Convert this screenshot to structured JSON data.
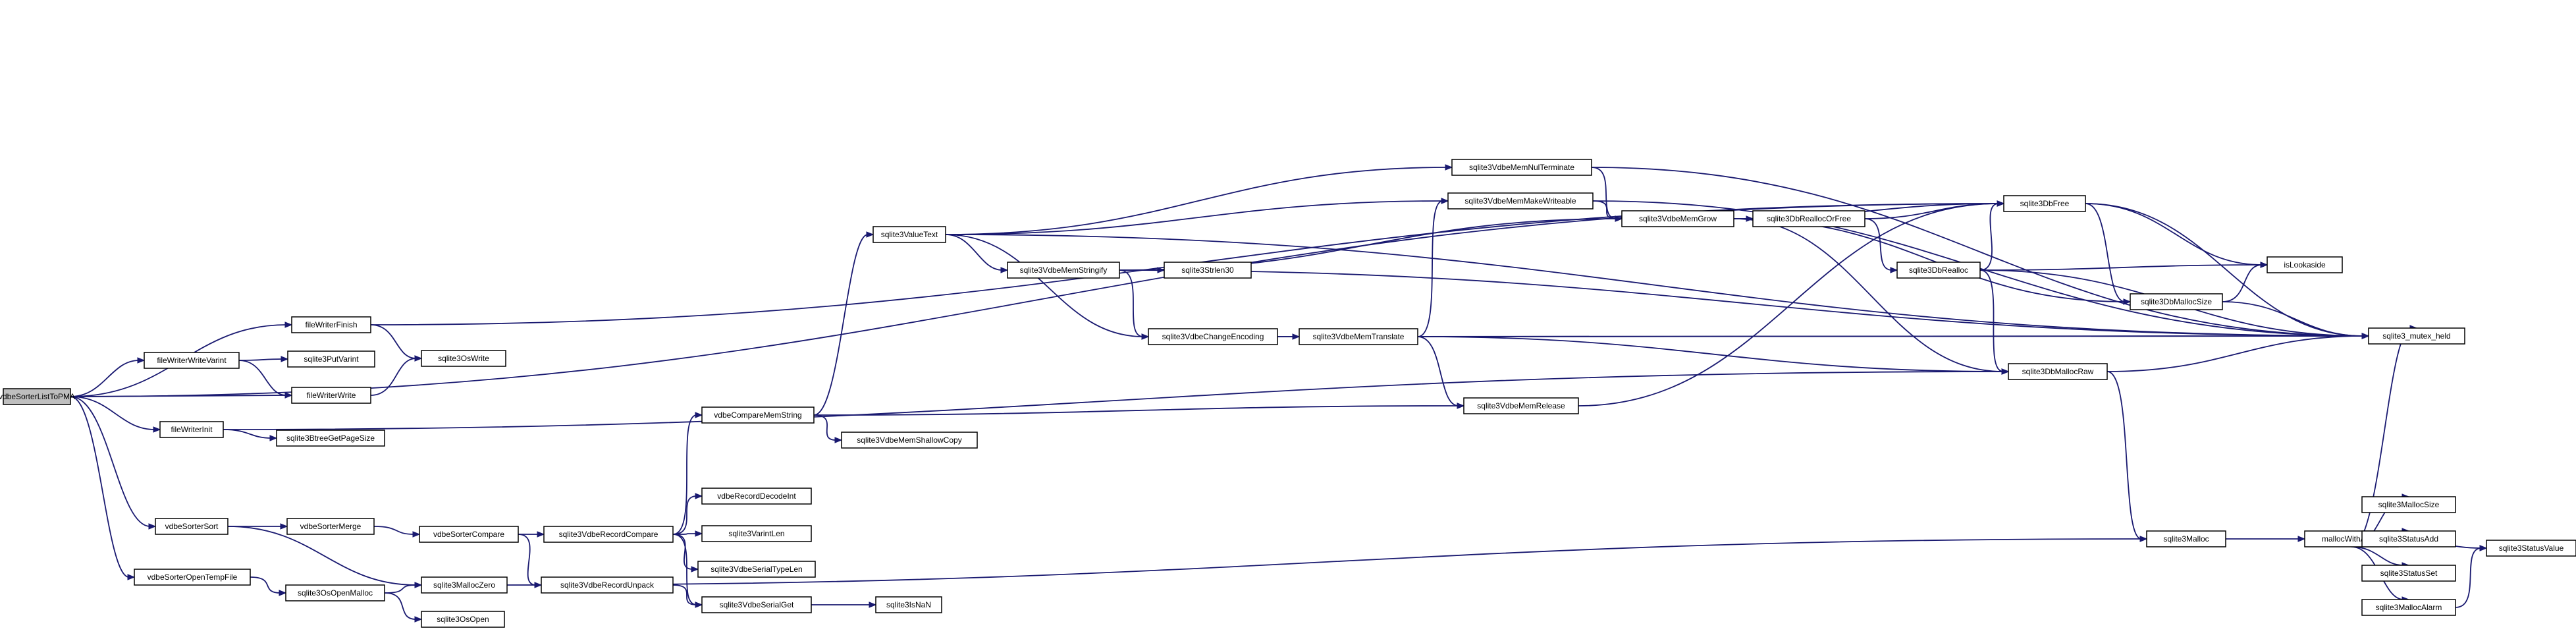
{
  "graph": {
    "nodes": [
      {
        "id": "vdbeSorterListToPMA",
        "label": "vdbeSorterListToPMA",
        "root": true
      },
      {
        "id": "fileWriterFinish",
        "label": "fileWriterFinish"
      },
      {
        "id": "fileWriterWriteVarint",
        "label": "fileWriterWriteVarint"
      },
      {
        "id": "fileWriterWrite",
        "label": "fileWriterWrite"
      },
      {
        "id": "fileWriterInit",
        "label": "fileWriterInit"
      },
      {
        "id": "vdbeSorterSort",
        "label": "vdbeSorterSort"
      },
      {
        "id": "vdbeSorterOpenTempFile",
        "label": "vdbeSorterOpenTempFile"
      },
      {
        "id": "sqlite3OsWrite",
        "label": "sqlite3OsWrite"
      },
      {
        "id": "sqlite3PutVarint",
        "label": "sqlite3PutVarint"
      },
      {
        "id": "sqlite3BtreeGetPageSize",
        "label": "sqlite3BtreeGetPageSize"
      },
      {
        "id": "vdbeSorterMerge",
        "label": "vdbeSorterMerge"
      },
      {
        "id": "sqlite3OsOpenMalloc",
        "label": "sqlite3OsOpenMalloc"
      },
      {
        "id": "sqlite3MallocZero",
        "label": "sqlite3MallocZero"
      },
      {
        "id": "sqlite3OsOpen",
        "label": "sqlite3OsOpen"
      },
      {
        "id": "vdbeSorterCompare",
        "label": "vdbeSorterCompare"
      },
      {
        "id": "sqlite3VdbeRecordCompare",
        "label": "sqlite3VdbeRecordCompare"
      },
      {
        "id": "sqlite3VdbeRecordUnpack",
        "label": "sqlite3VdbeRecordUnpack"
      },
      {
        "id": "vdbeCompareMemString",
        "label": "vdbeCompareMemString"
      },
      {
        "id": "vdbeRecordDecodeInt",
        "label": "vdbeRecordDecodeInt"
      },
      {
        "id": "sqlite3VarintLen",
        "label": "sqlite3VarintLen"
      },
      {
        "id": "sqlite3VdbeSerialTypeLen",
        "label": "sqlite3VdbeSerialTypeLen"
      },
      {
        "id": "sqlite3VdbeSerialGet",
        "label": "sqlite3VdbeSerialGet"
      },
      {
        "id": "sqlite3IsNaN",
        "label": "sqlite3IsNaN"
      },
      {
        "id": "sqlite3ValueText",
        "label": "sqlite3ValueText"
      },
      {
        "id": "sqlite3VdbeMemShallowCopy",
        "label": "sqlite3VdbeMemShallowCopy"
      },
      {
        "id": "sqlite3VdbeMemStringify",
        "label": "sqlite3VdbeMemStringify"
      },
      {
        "id": "sqlite3Strlen30",
        "label": "sqlite3Strlen30"
      },
      {
        "id": "sqlite3VdbeChangeEncoding",
        "label": "sqlite3VdbeChangeEncoding"
      },
      {
        "id": "sqlite3VdbeMemTranslate",
        "label": "sqlite3VdbeMemTranslate"
      },
      {
        "id": "sqlite3VdbeMemNulTerminate",
        "label": "sqlite3VdbeMemNulTerminate"
      },
      {
        "id": "sqlite3VdbeMemMakeWriteable",
        "label": "sqlite3VdbeMemMakeWriteable"
      },
      {
        "id": "sqlite3VdbeMemRelease",
        "label": "sqlite3VdbeMemRelease"
      },
      {
        "id": "sqlite3VdbeMemGrow",
        "label": "sqlite3VdbeMemGrow"
      },
      {
        "id": "sqlite3DbReallocOrFree",
        "label": "sqlite3DbReallocOrFree"
      },
      {
        "id": "sqlite3DbRealloc",
        "label": "sqlite3DbRealloc"
      },
      {
        "id": "sqlite3DbFree",
        "label": "sqlite3DbFree"
      },
      {
        "id": "sqlite3DbMallocSize",
        "label": "sqlite3DbMallocSize"
      },
      {
        "id": "sqlite3DbMallocRaw",
        "label": "sqlite3DbMallocRaw"
      },
      {
        "id": "isLookaside",
        "label": "isLookaside"
      },
      {
        "id": "sqlite3_mutex_held",
        "label": "sqlite3_mutex_held"
      },
      {
        "id": "sqlite3Malloc",
        "label": "sqlite3Malloc"
      },
      {
        "id": "mallocWithAlarm",
        "label": "mallocWithAlarm"
      },
      {
        "id": "sqlite3MallocSize",
        "label": "sqlite3MallocSize"
      },
      {
        "id": "sqlite3StatusAdd",
        "label": "sqlite3StatusAdd"
      },
      {
        "id": "sqlite3StatusSet",
        "label": "sqlite3StatusSet"
      },
      {
        "id": "sqlite3MallocAlarm",
        "label": "sqlite3MallocAlarm"
      },
      {
        "id": "sqlite3StatusValue",
        "label": "sqlite3StatusValue"
      }
    ],
    "edges": [
      [
        "vdbeSorterListToPMA",
        "fileWriterFinish"
      ],
      [
        "vdbeSorterListToPMA",
        "fileWriterWriteVarint"
      ],
      [
        "vdbeSorterListToPMA",
        "fileWriterWrite"
      ],
      [
        "vdbeSorterListToPMA",
        "fileWriterInit"
      ],
      [
        "vdbeSorterListToPMA",
        "vdbeSorterSort"
      ],
      [
        "vdbeSorterListToPMA",
        "vdbeSorterOpenTempFile"
      ],
      [
        "vdbeSorterListToPMA",
        "sqlite3DbFree"
      ],
      [
        "fileWriterFinish",
        "sqlite3OsWrite"
      ],
      [
        "fileWriterFinish",
        "sqlite3DbFree"
      ],
      [
        "fileWriterWriteVarint",
        "sqlite3PutVarint"
      ],
      [
        "fileWriterWriteVarint",
        "fileWriterWrite"
      ],
      [
        "fileWriterWrite",
        "sqlite3OsWrite"
      ],
      [
        "fileWriterInit",
        "sqlite3BtreeGetPageSize"
      ],
      [
        "fileWriterInit",
        "sqlite3DbMallocRaw"
      ],
      [
        "vdbeSorterSort",
        "vdbeSorterMerge"
      ],
      [
        "vdbeSorterSort",
        "sqlite3MallocZero"
      ],
      [
        "vdbeSorterMerge",
        "vdbeSorterCompare"
      ],
      [
        "vdbeSorterCompare",
        "sqlite3VdbeRecordCompare"
      ],
      [
        "vdbeSorterCompare",
        "sqlite3VdbeRecordUnpack"
      ],
      [
        "vdbeSorterOpenTempFile",
        "sqlite3OsOpenMalloc"
      ],
      [
        "sqlite3OsOpenMalloc",
        "sqlite3MallocZero"
      ],
      [
        "sqlite3OsOpenMalloc",
        "sqlite3OsOpen"
      ],
      [
        "sqlite3MallocZero",
        "sqlite3Malloc"
      ],
      [
        "sqlite3VdbeRecordCompare",
        "vdbeCompareMemString"
      ],
      [
        "sqlite3VdbeRecordCompare",
        "vdbeRecordDecodeInt"
      ],
      [
        "sqlite3VdbeRecordCompare",
        "sqlite3VarintLen"
      ],
      [
        "sqlite3VdbeRecordCompare",
        "sqlite3VdbeSerialTypeLen"
      ],
      [
        "sqlite3VdbeRecordCompare",
        "sqlite3VdbeSerialGet"
      ],
      [
        "sqlite3VdbeRecordUnpack",
        "sqlite3VdbeSerialGet"
      ],
      [
        "sqlite3VdbeSerialGet",
        "sqlite3IsNaN"
      ],
      [
        "vdbeCompareMemString",
        "sqlite3ValueText"
      ],
      [
        "vdbeCompareMemString",
        "sqlite3VdbeMemShallowCopy"
      ],
      [
        "vdbeCompareMemString",
        "sqlite3VdbeMemRelease"
      ],
      [
        "sqlite3ValueText",
        "sqlite3VdbeMemNulTerminate"
      ],
      [
        "sqlite3ValueText",
        "sqlite3VdbeMemMakeWriteable"
      ],
      [
        "sqlite3ValueText",
        "sqlite3VdbeMemStringify"
      ],
      [
        "sqlite3ValueText",
        "sqlite3VdbeChangeEncoding"
      ],
      [
        "sqlite3ValueText",
        "sqlite3_mutex_held"
      ],
      [
        "sqlite3VdbeMemStringify",
        "sqlite3Strlen30"
      ],
      [
        "sqlite3VdbeMemStringify",
        "sqlite3VdbeChangeEncoding"
      ],
      [
        "sqlite3VdbeMemStringify",
        "sqlite3VdbeMemGrow"
      ],
      [
        "sqlite3VdbeMemStringify",
        "sqlite3_mutex_held"
      ],
      [
        "sqlite3VdbeChangeEncoding",
        "sqlite3VdbeMemTranslate"
      ],
      [
        "sqlite3VdbeChangeEncoding",
        "sqlite3_mutex_held"
      ],
      [
        "sqlite3VdbeMemTranslate",
        "sqlite3VdbeMemMakeWriteable"
      ],
      [
        "sqlite3VdbeMemTranslate",
        "sqlite3VdbeMemRelease"
      ],
      [
        "sqlite3VdbeMemTranslate",
        "sqlite3DbMallocRaw"
      ],
      [
        "sqlite3VdbeMemTranslate",
        "sqlite3_mutex_held"
      ],
      [
        "sqlite3VdbeMemNulTerminate",
        "sqlite3VdbeMemGrow"
      ],
      [
        "sqlite3VdbeMemNulTerminate",
        "sqlite3_mutex_held"
      ],
      [
        "sqlite3VdbeMemMakeWriteable",
        "sqlite3VdbeMemGrow"
      ],
      [
        "sqlite3VdbeMemMakeWriteable",
        "sqlite3_mutex_held"
      ],
      [
        "sqlite3VdbeMemRelease",
        "sqlite3DbFree"
      ],
      [
        "sqlite3VdbeMemGrow",
        "sqlite3DbReallocOrFree"
      ],
      [
        "sqlite3VdbeMemGrow",
        "sqlite3DbFree"
      ],
      [
        "sqlite3VdbeMemGrow",
        "sqlite3DbMallocSize"
      ],
      [
        "sqlite3VdbeMemGrow",
        "sqlite3DbMallocRaw"
      ],
      [
        "sqlite3DbReallocOrFree",
        "sqlite3DbRealloc"
      ],
      [
        "sqlite3DbReallocOrFree",
        "sqlite3DbFree"
      ],
      [
        "sqlite3DbRealloc",
        "sqlite3DbFree"
      ],
      [
        "sqlite3DbRealloc",
        "isLookaside"
      ],
      [
        "sqlite3DbRealloc",
        "sqlite3DbMallocRaw"
      ],
      [
        "sqlite3DbRealloc",
        "sqlite3_mutex_held"
      ],
      [
        "sqlite3DbFree",
        "isLookaside"
      ],
      [
        "sqlite3DbFree",
        "sqlite3DbMallocSize"
      ],
      [
        "sqlite3DbFree",
        "sqlite3_mutex_held"
      ],
      [
        "sqlite3DbMallocSize",
        "isLookaside"
      ],
      [
        "sqlite3DbMallocSize",
        "sqlite3_mutex_held"
      ],
      [
        "sqlite3DbMallocRaw",
        "sqlite3Malloc"
      ],
      [
        "sqlite3DbMallocRaw",
        "sqlite3_mutex_held"
      ],
      [
        "sqlite3Malloc",
        "mallocWithAlarm"
      ],
      [
        "mallocWithAlarm",
        "sqlite3MallocSize"
      ],
      [
        "mallocWithAlarm",
        "sqlite3StatusAdd"
      ],
      [
        "mallocWithAlarm",
        "sqlite3StatusSet"
      ],
      [
        "mallocWithAlarm",
        "sqlite3MallocAlarm"
      ],
      [
        "mallocWithAlarm",
        "sqlite3StatusValue"
      ],
      [
        "mallocWithAlarm",
        "sqlite3_mutex_held"
      ],
      [
        "sqlite3MallocAlarm",
        "sqlite3StatusValue"
      ]
    ]
  }
}
